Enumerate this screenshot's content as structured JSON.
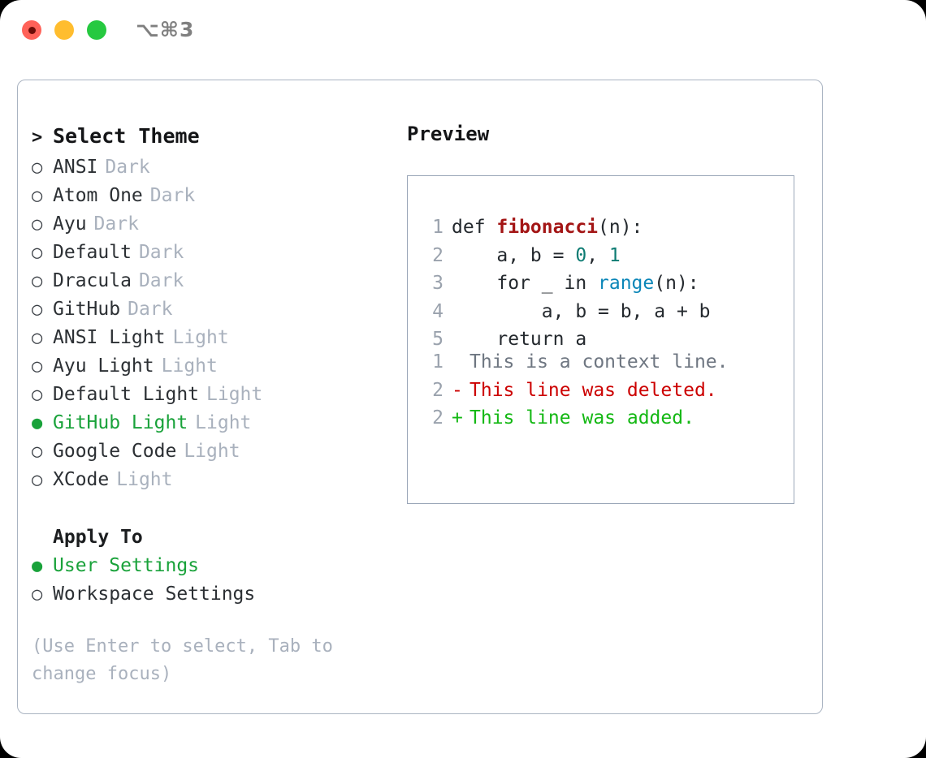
{
  "window": {
    "shortcut_label": "⌥⌘3",
    "traffic_lights": [
      {
        "name": "close",
        "color": "#ff6259"
      },
      {
        "name": "minimize",
        "color": "#ffbd2e"
      },
      {
        "name": "maximize",
        "color": "#26c940"
      }
    ]
  },
  "colors": {
    "accent_selected": "#19a23a",
    "muted": "#a9b1bd",
    "border": "#aab4c2",
    "preview_border": "#9aa6b8",
    "diff_add": "#14b814",
    "diff_del": "#cc0000",
    "diff_ctx": "#6e7681",
    "syntax_function": "#a31515",
    "syntax_number": "#0e7c73",
    "syntax_builtin": "#0b86b8"
  },
  "theme_picker": {
    "prompt_marker": ">",
    "title": "Select Theme",
    "bullet_selected": "●",
    "bullet_unselected": "○",
    "items": [
      {
        "name": "ANSI",
        "variant": "Dark",
        "selected": false
      },
      {
        "name": "Atom One",
        "variant": "Dark",
        "selected": false
      },
      {
        "name": "Ayu",
        "variant": "Dark",
        "selected": false
      },
      {
        "name": "Default",
        "variant": "Dark",
        "selected": false
      },
      {
        "name": "Dracula",
        "variant": "Dark",
        "selected": false
      },
      {
        "name": "GitHub",
        "variant": "Dark",
        "selected": false
      },
      {
        "name": "ANSI Light",
        "variant": "Light",
        "selected": false
      },
      {
        "name": "Ayu Light",
        "variant": "Light",
        "selected": false
      },
      {
        "name": "Default Light",
        "variant": "Light",
        "selected": false
      },
      {
        "name": "GitHub Light",
        "variant": "Light",
        "selected": true
      },
      {
        "name": "Google Code",
        "variant": "Light",
        "selected": false
      },
      {
        "name": "XCode",
        "variant": "Light",
        "selected": false
      }
    ]
  },
  "apply_to": {
    "title": "Apply To",
    "options": [
      {
        "name": "User Settings",
        "selected": true
      },
      {
        "name": "Workspace Settings",
        "selected": false
      }
    ]
  },
  "hint": "(Use Enter to select, Tab to change focus)",
  "preview": {
    "label": "Preview",
    "code": {
      "language": "python",
      "lines": [
        {
          "no": "1",
          "tokens": [
            {
              "t": "def ",
              "k": "plain"
            },
            {
              "t": "fibonacci",
              "k": "fn"
            },
            {
              "t": "(n):",
              "k": "plain"
            }
          ]
        },
        {
          "no": "2",
          "tokens": [
            {
              "t": "    a, b = ",
              "k": "plain"
            },
            {
              "t": "0",
              "k": "num"
            },
            {
              "t": ", ",
              "k": "plain"
            },
            {
              "t": "1",
              "k": "num"
            }
          ]
        },
        {
          "no": "3",
          "tokens": [
            {
              "t": "    for _ in ",
              "k": "plain"
            },
            {
              "t": "range",
              "k": "call"
            },
            {
              "t": "(n):",
              "k": "plain"
            }
          ]
        },
        {
          "no": "4",
          "tokens": [
            {
              "t": "        a, b = b, a + b",
              "k": "plain"
            }
          ]
        },
        {
          "no": "5",
          "tokens": [
            {
              "t": "    return a",
              "k": "plain"
            }
          ]
        }
      ]
    },
    "diff": [
      {
        "no": "1",
        "marker": " ",
        "text": "This is a context line.",
        "kind": "ctx"
      },
      {
        "no": "2",
        "marker": "-",
        "text": "This line was deleted.",
        "kind": "del"
      },
      {
        "no": "2",
        "marker": "+",
        "text": "This line was added.",
        "kind": "add"
      }
    ]
  }
}
